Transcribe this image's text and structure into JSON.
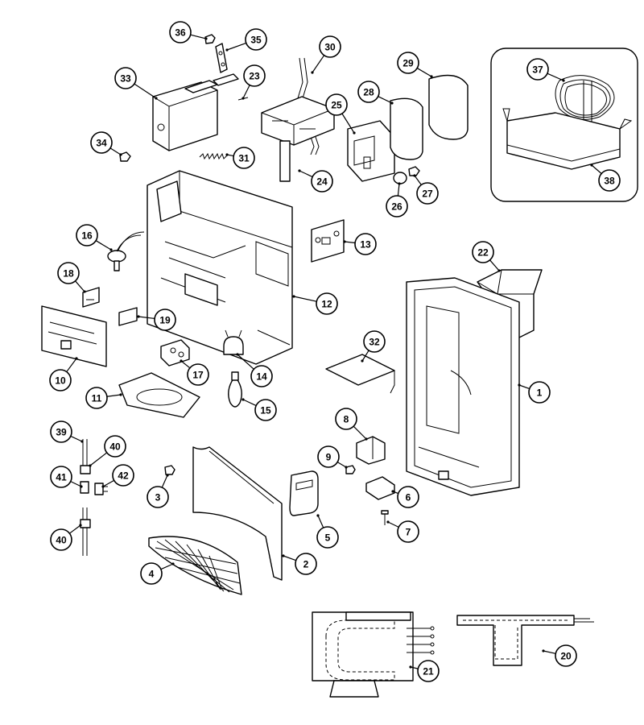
{
  "diagram": {
    "callouts": [
      {
        "id": "c1",
        "label": "1"
      },
      {
        "id": "c2",
        "label": "2"
      },
      {
        "id": "c3",
        "label": "3"
      },
      {
        "id": "c4",
        "label": "4"
      },
      {
        "id": "c5",
        "label": "5"
      },
      {
        "id": "c6",
        "label": "6"
      },
      {
        "id": "c7",
        "label": "7"
      },
      {
        "id": "c8",
        "label": "8"
      },
      {
        "id": "c9",
        "label": "9"
      },
      {
        "id": "c10",
        "label": "10"
      },
      {
        "id": "c11",
        "label": "11"
      },
      {
        "id": "c12",
        "label": "12"
      },
      {
        "id": "c13",
        "label": "13"
      },
      {
        "id": "c14",
        "label": "14"
      },
      {
        "id": "c15",
        "label": "15"
      },
      {
        "id": "c16",
        "label": "16"
      },
      {
        "id": "c17",
        "label": "17"
      },
      {
        "id": "c18",
        "label": "18"
      },
      {
        "id": "c19",
        "label": "19"
      },
      {
        "id": "c20",
        "label": "20"
      },
      {
        "id": "c21",
        "label": "21"
      },
      {
        "id": "c22",
        "label": "22"
      },
      {
        "id": "c23",
        "label": "23"
      },
      {
        "id": "c24",
        "label": "24"
      },
      {
        "id": "c25",
        "label": "25"
      },
      {
        "id": "c26",
        "label": "26"
      },
      {
        "id": "c27",
        "label": "27"
      },
      {
        "id": "c28",
        "label": "28"
      },
      {
        "id": "c29",
        "label": "29"
      },
      {
        "id": "c30",
        "label": "30"
      },
      {
        "id": "c31",
        "label": "31"
      },
      {
        "id": "c32",
        "label": "32"
      },
      {
        "id": "c33",
        "label": "33"
      },
      {
        "id": "c34",
        "label": "34"
      },
      {
        "id": "c35",
        "label": "35"
      },
      {
        "id": "c36",
        "label": "36"
      },
      {
        "id": "c37",
        "label": "37"
      },
      {
        "id": "c38",
        "label": "38"
      },
      {
        "id": "c39",
        "label": "39"
      },
      {
        "id": "c40a",
        "label": "40"
      },
      {
        "id": "c40b",
        "label": "40"
      },
      {
        "id": "c41",
        "label": "41"
      },
      {
        "id": "c42",
        "label": "42"
      }
    ]
  }
}
